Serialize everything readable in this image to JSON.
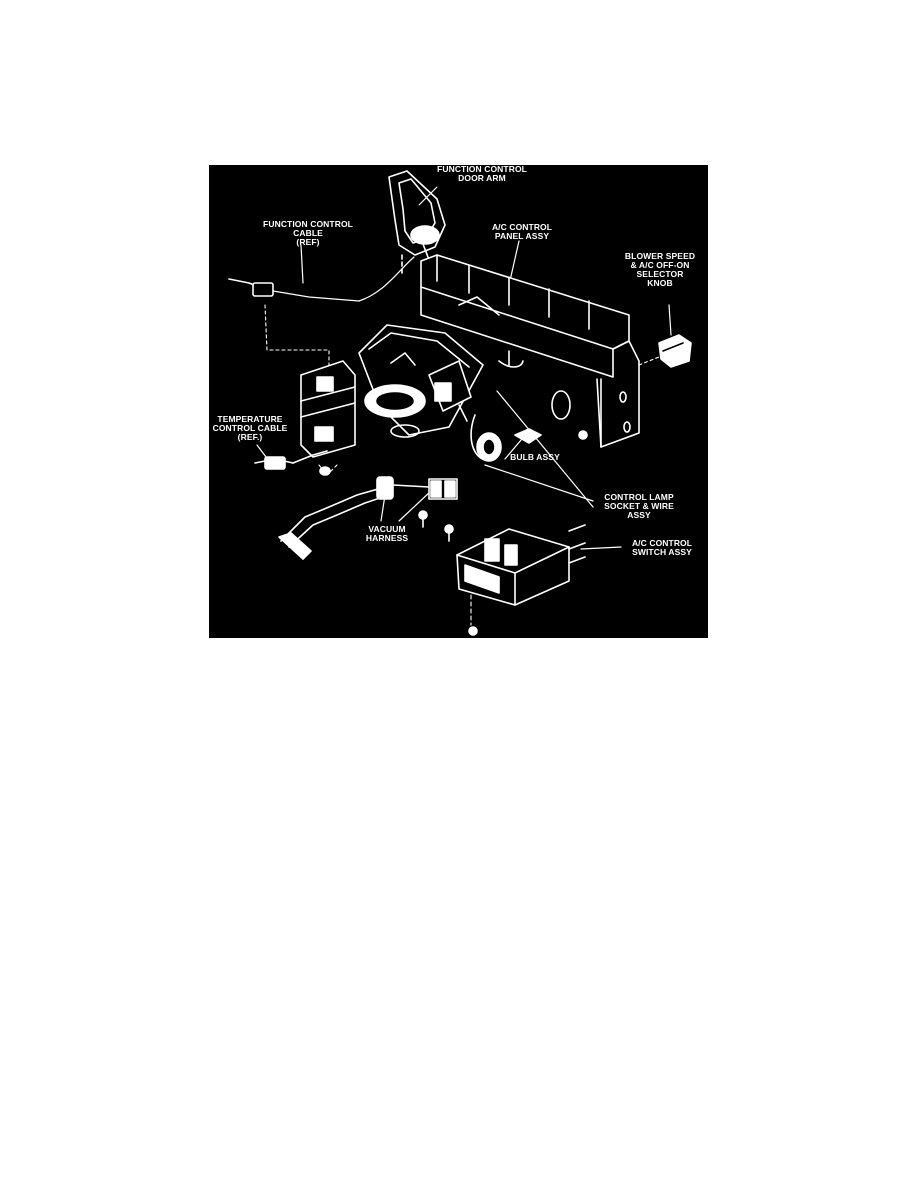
{
  "diagram": {
    "labels": {
      "function_control_door_arm": "FUNCTION CONTROL\nDOOR ARM",
      "function_control_cable": "FUNCTION CONTROL\nCABLE\n(REF)",
      "ac_control_panel_assy": "A/C CONTROL\nPANEL ASSY",
      "blower_speed_knob": "BLOWER SPEED\n& A/C OFF-ON\nSELECTOR\nKNOB",
      "temperature_control_cable": "TEMPERATURE\nCONTROL CABLE\n(REF.)",
      "bulb_assy": "BULB ASSY",
      "control_lamp_socket": "CONTROL LAMP\nSOCKET & WIRE\nASSY",
      "vacuum_harness": "VACUUM\nHARNESS",
      "ac_control_switch_assy": "A/C CONTROL\nSWITCH ASSY"
    },
    "colors": {
      "background": "#000000",
      "line": "#ffffff",
      "page": "#ffffff"
    }
  }
}
